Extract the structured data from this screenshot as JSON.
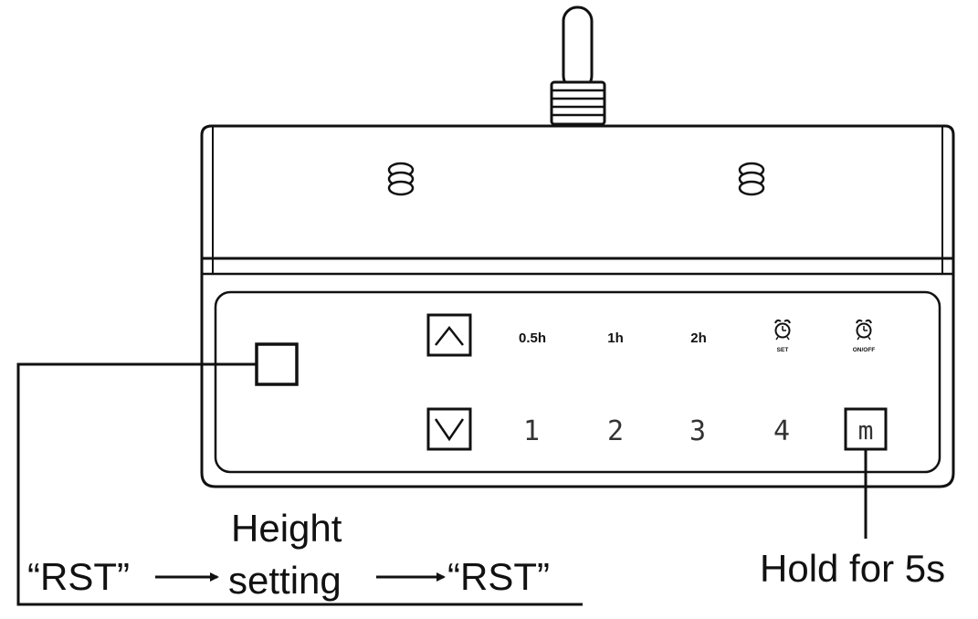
{
  "panel": {
    "timer_labels": [
      "0.5h",
      "1h",
      "2h"
    ],
    "alarm_set_label": "SET",
    "alarm_onoff_label": "ON/OFF",
    "memory_presets": [
      "1",
      "2",
      "3",
      "4"
    ],
    "memory_button_label": "m",
    "icons": {
      "up": "chevron-up-icon",
      "down": "chevron-down-icon",
      "alarm": "alarm-clock-icon"
    }
  },
  "callouts": {
    "rst_start": "“RST”",
    "height_line1": "Height",
    "height_line2": "setting",
    "rst_end": "“RST”",
    "hold": "Hold for 5s"
  },
  "colors": {
    "stroke": "#111111",
    "background": "#ffffff"
  }
}
